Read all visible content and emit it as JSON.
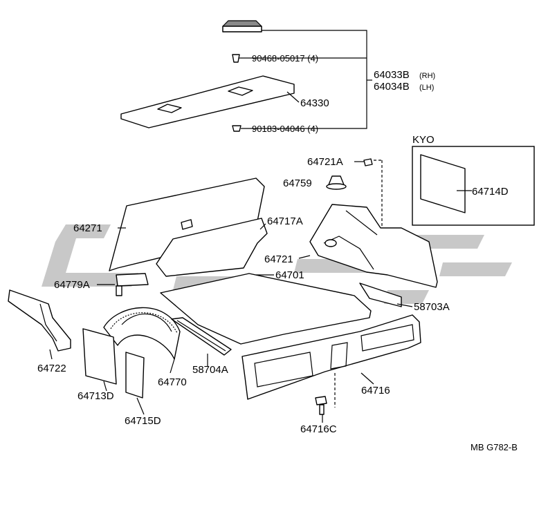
{
  "labels": {
    "l64033b": "64033B",
    "l64033b_side": "(RH)",
    "l64034b": "64034B",
    "l64034b_side": "(LH)",
    "l90468": "90468-05017 (4)",
    "l64330": "64330",
    "l90183": "90183-04046 (4)",
    "kyo": "KYO",
    "l64714d": "64714D",
    "l64721a": "64721A",
    "l64759": "64759",
    "l64271": "64271",
    "l64717a": "64717A",
    "l64721": "64721",
    "l64779a": "64779A",
    "l64701": "64701",
    "l58703a": "58703A",
    "l64722": "64722",
    "l64770": "64770",
    "l58704a": "58704A",
    "l64716": "64716",
    "l64713d": "64713D",
    "l64715d": "64715D",
    "l64716c": "64716C",
    "ref": "MB  G782-B"
  },
  "colors": {
    "watermark": "#c8c8c8",
    "line": "#000000",
    "shade": "#8a8a8a"
  }
}
